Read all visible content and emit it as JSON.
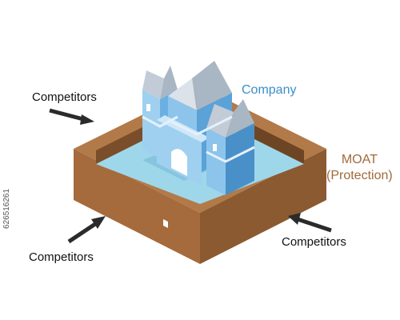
{
  "labels": {
    "company": "Company",
    "moat_line1": "MOAT",
    "moat_line2": "(Protection)",
    "competitor_top_left": "Competitors",
    "competitor_bottom_left": "Competitors",
    "competitor_bottom_right": "Competitors"
  },
  "stock_id": "626516261",
  "colors": {
    "company_text": "#3a8fc9",
    "moat_text": "#a06a3b",
    "moat_wall_top": "#b27a49",
    "moat_wall_left": "#a56b3d",
    "moat_wall_right": "#8b5a30",
    "water": "#9fd7ea",
    "castle_light": "#9fd0f0",
    "castle_mid": "#6bb0e0",
    "castle_dark": "#4a90c8",
    "roof": "#a9b6c4",
    "arrow": "#2b2b2b"
  }
}
